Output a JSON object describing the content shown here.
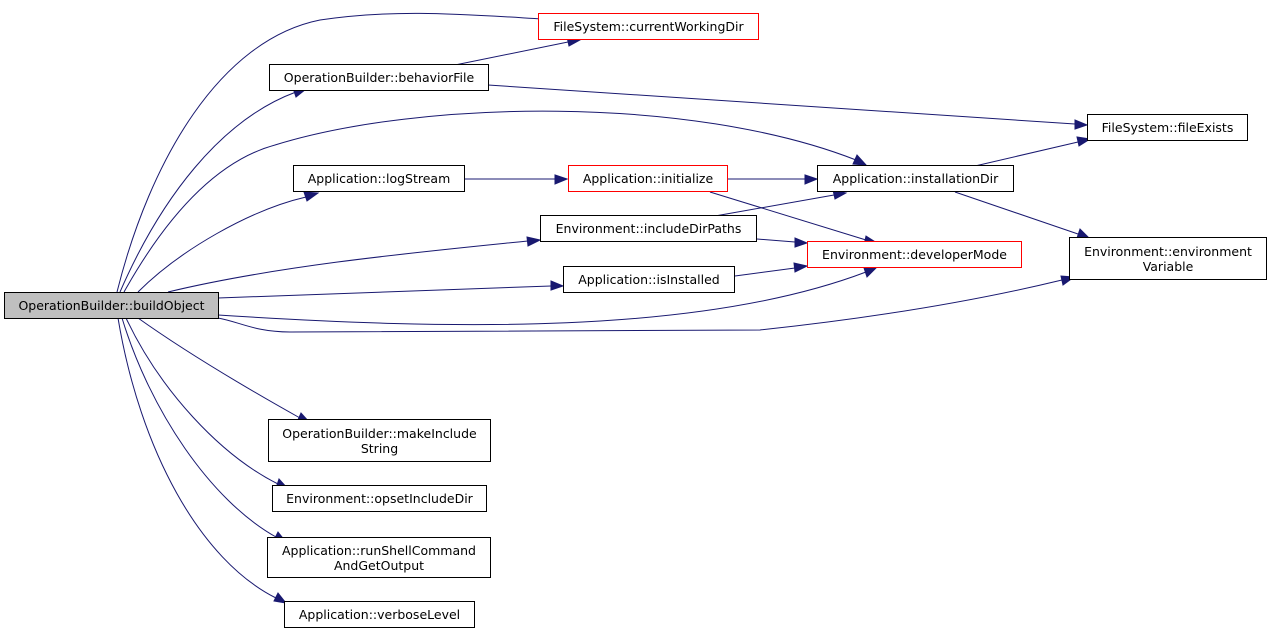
{
  "colors": {
    "edge": "#191970",
    "root_fill": "#bfbfbf",
    "truncated_border": "#ff0000",
    "node_border": "#000000"
  },
  "nodes": {
    "root": {
      "lines": [
        "OperationBuilder::buildObject"
      ]
    },
    "currentWorkingDir": {
      "lines": [
        "FileSystem::currentWorkingDir"
      ]
    },
    "behaviorFile": {
      "lines": [
        "OperationBuilder::behaviorFile"
      ]
    },
    "fileExists": {
      "lines": [
        "FileSystem::fileExists"
      ]
    },
    "logStream": {
      "lines": [
        "Application::logStream"
      ]
    },
    "initialize": {
      "lines": [
        "Application::initialize"
      ]
    },
    "installationDir": {
      "lines": [
        "Application::installationDir"
      ]
    },
    "includeDirPaths": {
      "lines": [
        "Environment::includeDirPaths"
      ]
    },
    "developerMode": {
      "lines": [
        "Environment::developerMode"
      ]
    },
    "environmentVariable": {
      "lines": [
        "Environment::environment",
        "Variable"
      ]
    },
    "isInstalled": {
      "lines": [
        "Application::isInstalled"
      ]
    },
    "makeIncludeString": {
      "lines": [
        "OperationBuilder::makeInclude",
        "String"
      ]
    },
    "opsetIncludeDir": {
      "lines": [
        "Environment::opsetIncludeDir"
      ]
    },
    "runShellCommand": {
      "lines": [
        "Application::runShellCommand",
        "AndGetOutput"
      ]
    },
    "verboseLevel": {
      "lines": [
        "Application::verboseLevel"
      ]
    }
  }
}
